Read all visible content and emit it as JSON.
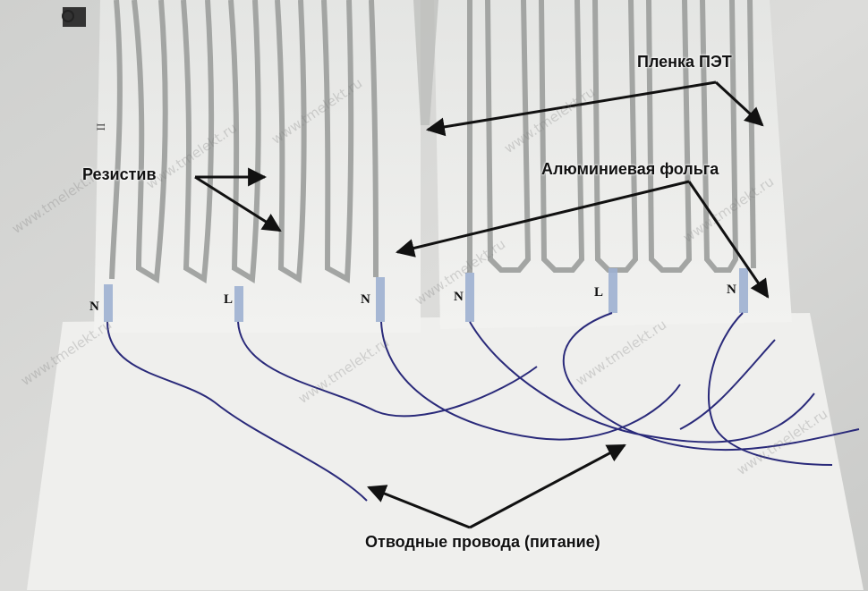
{
  "annotations": {
    "pet_film": "Пленка ПЭТ",
    "resistive": "Резистив",
    "aluminum_foil": "Алюминиевая фольга",
    "lead_wires": "Отводные провода (питание)"
  },
  "terminals": [
    "N",
    "L",
    "N",
    "N",
    "L",
    "N"
  ],
  "sheet_number": "II",
  "watermark": "www.tmelekt.ru",
  "colors": {
    "background": "#d7d7d5",
    "film": "#eeeeec",
    "foil_trace": "#a3a5a3",
    "wire": "#2a2a7a",
    "label": "#111111"
  }
}
